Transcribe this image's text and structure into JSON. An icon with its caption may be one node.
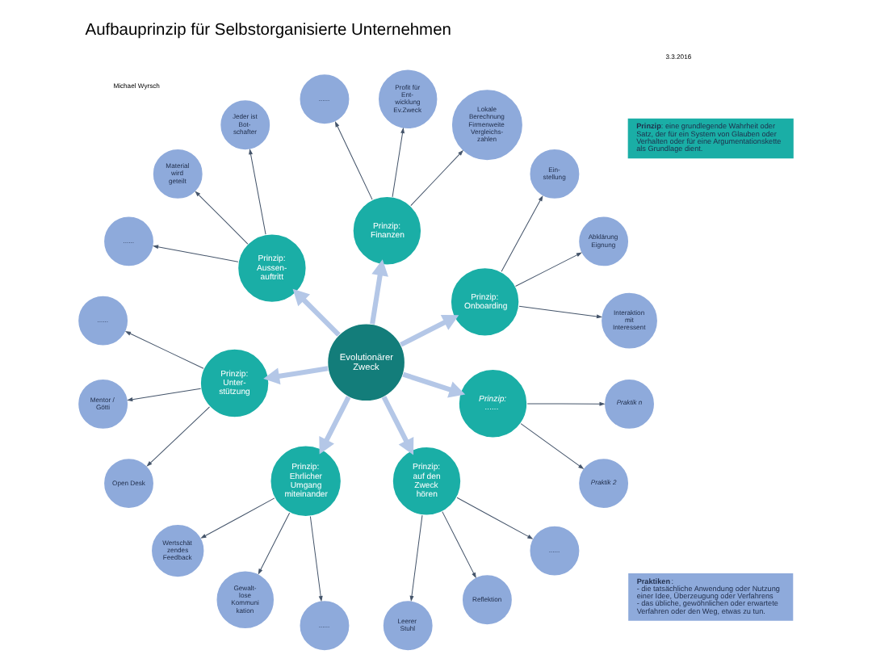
{
  "diagram": {
    "title": "Aufbauprinzip für Selbstorganisierte Unternehmen",
    "nodes": [
      {
        "text": [
          "Evolutionärer Zweck"
        ]
      },
      {
        "text": [
          "Prinzip: Onboarding"
        ]
      },
      {
        "text": [
          "Prinzip: Finanzen"
        ]
      },
      {
        "text": [
          "Prinzip: Aussen- auftritt"
        ]
      },
      {
        "text": [
          "Prinzip: Unter- stützung"
        ]
      },
      {
        "text": [
          "Prinzip: Ehrlicher Umgang miteinander"
        ]
      },
      {
        "text": [
          "Prinzip: auf den Zweck hören"
        ]
      },
      {
        "text": [
          "Prinzip: ......"
        ]
      },
      {
        "text": [
          "Interaktion mit Interessent"
        ]
      },
      {
        "text": [
          "Abklärung Eignung"
        ]
      },
      {
        "text": [
          "Ein- stellung"
        ]
      },
      {
        "text": [
          "Lokale Berechnung Firmenweite Vergleichs- zahlen"
        ]
      },
      {
        "text": [
          "Profit für Ent- wicklung Ev.Zweck"
        ]
      },
      {
        "text": [
          "......"
        ]
      },
      {
        "text": [
          "Jeder ist Bot- schafter"
        ]
      },
      {
        "text": [
          "Material wird geteilt"
        ]
      },
      {
        "text": [
          "......"
        ]
      },
      {
        "text": [
          "......"
        ]
      },
      {
        "text": [
          "Mentor / Götti"
        ]
      },
      {
        "text": [
          "Open Desk"
        ]
      },
      {
        "text": [
          "Wertschät zendes Feedback"
        ]
      },
      {
        "text": [
          "Gewalt- lose Kommuni kation"
        ]
      },
      {
        "text": [
          "......"
        ]
      },
      {
        "text": [
          "Leerer Stuhl"
        ]
      },
      {
        "text": [
          "Reflektion"
        ]
      },
      {
        "text": [
          "......"
        ]
      },
      {
        "text": [
          "Praktik 2"
        ]
      },
      {
        "text": [
          "Praktik n"
        ]
      },
      {
        "text": [
          "**Prinzip**: eine grundlegende Wahrheit oder Satz, der für ein System von Glauben oder Verhalten oder für eine Argumentationskette als Grundlage dient."
        ]
      },
      {
        "text": [
          "**Praktiken**:",
          "- die tatsächliche Anwendung oder Nutzung einer Idee, Überzeugung oder Verfahrens",
          "- das übliche, gewöhnlichen oder erwartete Verfahren oder den Weg, etwas zu tun."
        ]
      }
    ],
    "edges": [
      {
        "from": 0,
        "to": 1,
        "arrow": "to",
        "style": "thick",
        "color": "#b4c7e7"
      },
      {
        "from": 0,
        "to": 2,
        "arrow": "to",
        "style": "thick",
        "color": "#b4c7e7"
      },
      {
        "from": 0,
        "to": 3,
        "arrow": "to",
        "style": "thick",
        "color": "#b4c7e7"
      },
      {
        "from": 0,
        "to": 4,
        "arrow": "to",
        "style": "thick",
        "color": "#b4c7e7"
      },
      {
        "from": 0,
        "to": 5,
        "arrow": "to",
        "style": "thick",
        "color": "#b4c7e7"
      },
      {
        "from": 0,
        "to": 6,
        "arrow": "to",
        "style": "thick",
        "color": "#b4c7e7"
      },
      {
        "from": 0,
        "to": 7,
        "arrow": "to",
        "style": "thick",
        "color": "#b4c7e7"
      },
      {
        "from": 1,
        "to": 8,
        "arrow": "to"
      },
      {
        "from": 1,
        "to": 9,
        "arrow": "to"
      },
      {
        "from": 1,
        "to": 10,
        "arrow": "to"
      },
      {
        "from": 2,
        "to": 11,
        "arrow": "to"
      },
      {
        "from": 2,
        "to": 12,
        "arrow": "to"
      },
      {
        "from": 2,
        "to": 13,
        "arrow": "to"
      },
      {
        "from": 3,
        "to": 14,
        "arrow": "to"
      },
      {
        "from": 3,
        "to": 15,
        "arrow": "to"
      },
      {
        "from": 3,
        "to": 16,
        "arrow": "to"
      },
      {
        "from": 4,
        "to": 17,
        "arrow": "to"
      },
      {
        "from": 4,
        "to": 18,
        "arrow": "to"
      },
      {
        "from": 4,
        "to": 19,
        "arrow": "to"
      },
      {
        "from": 5,
        "to": 20,
        "arrow": "to"
      },
      {
        "from": 5,
        "to": 21,
        "arrow": "to"
      },
      {
        "from": 5,
        "to": 22,
        "arrow": "to"
      },
      {
        "from": 6,
        "to": 23,
        "arrow": "to"
      },
      {
        "from": 6,
        "to": 24,
        "arrow": "to"
      },
      {
        "from": 6,
        "to": 25,
        "arrow": "to"
      },
      {
        "from": 7,
        "to": 26,
        "arrow": "to"
      },
      {
        "from": 7,
        "to": 27,
        "arrow": "to"
      }
    ],
    "labels": [
      "Michael Wyrsch",
      "3.3.2016"
    ]
  }
}
